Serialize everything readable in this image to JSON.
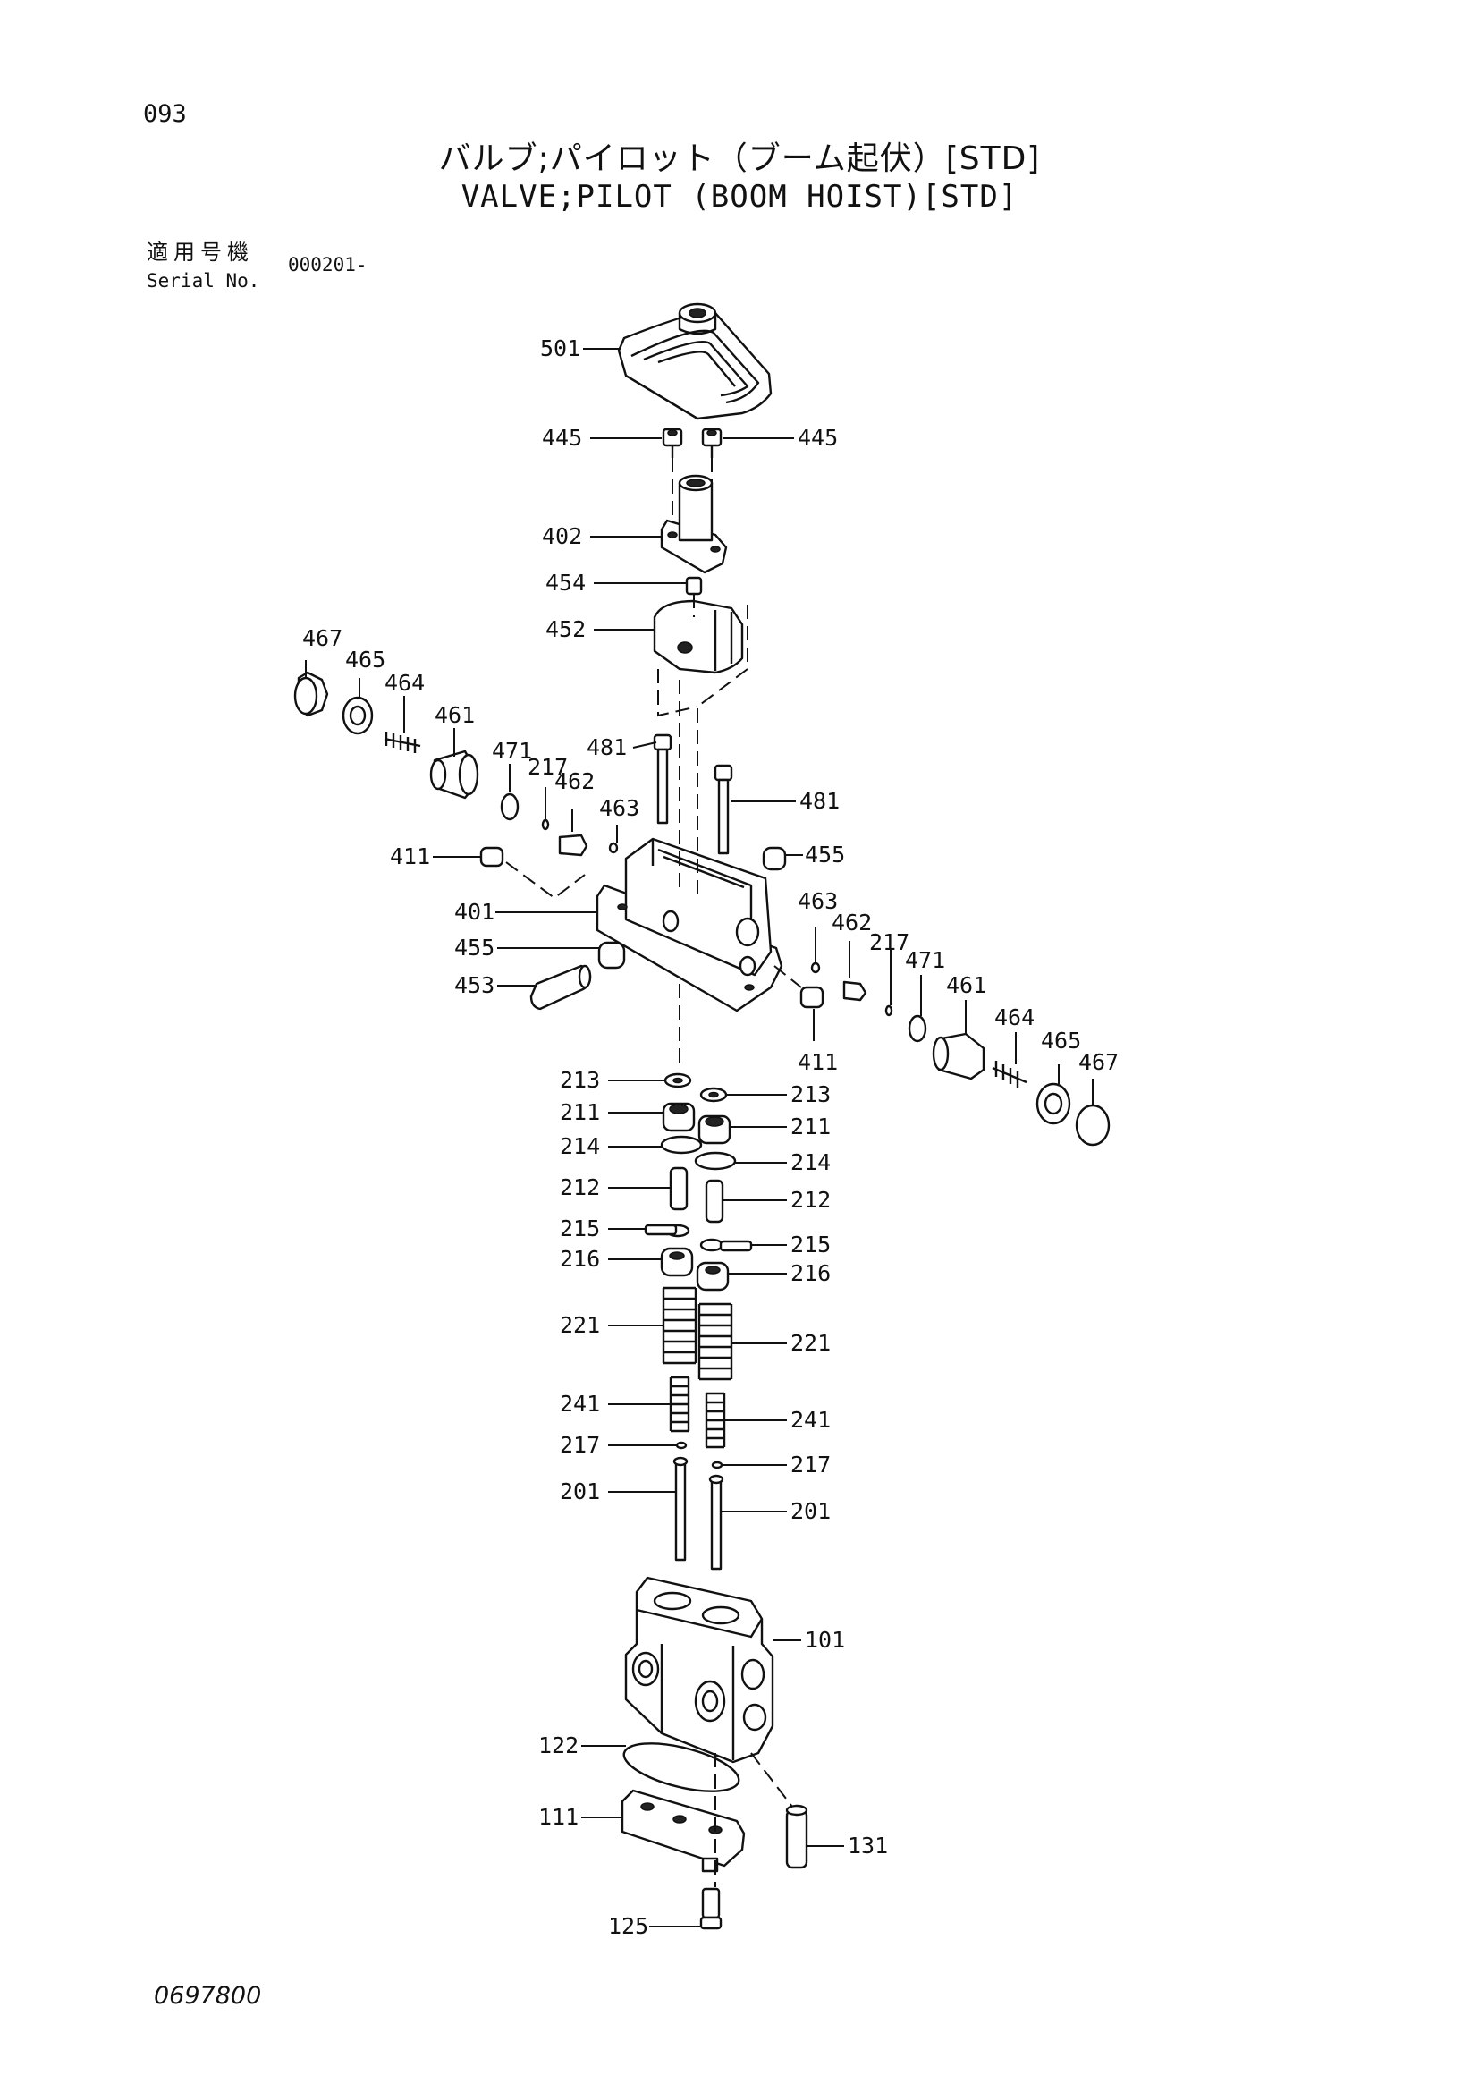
{
  "page_number": "093",
  "title_jp": "バルブ;パイロット（ブーム起伏）[STD]",
  "title_en": "VALVE;PILOT (BOOM HOIST)[STD]",
  "serial": {
    "label_jp": "適用号機",
    "label_en": "Serial No.",
    "value": "000201-"
  },
  "doc_code": "0697800",
  "labels": {
    "p501": "501",
    "p445a": "445",
    "p445b": "445",
    "p402": "402",
    "p454": "454",
    "p452": "452",
    "p467a": "467",
    "p465a": "465",
    "p464a": "464",
    "p461a": "461",
    "p471a": "471",
    "p217a": "217",
    "p462a": "462",
    "p463a": "463",
    "p481a": "481",
    "p481b": "481",
    "p411a": "411",
    "p455a": "455",
    "p401": "401",
    "p455b": "455",
    "p453": "453",
    "p463b": "463",
    "p462b": "462",
    "p217b": "217",
    "p471b": "471",
    "p461b": "461",
    "p464b": "464",
    "p465b": "465",
    "p467b": "467",
    "p411b": "411",
    "p213a": "213",
    "p213b": "213",
    "p211a": "211",
    "p211b": "211",
    "p214a": "214",
    "p214b": "214",
    "p212a": "212",
    "p212b": "212",
    "p215a": "215",
    "p215b": "215",
    "p216a": "216",
    "p216b": "216",
    "p221a": "221",
    "p221b": "221",
    "p241a": "241",
    "p241b": "241",
    "p217c": "217",
    "p217d": "217",
    "p201a": "201",
    "p201b": "201",
    "p101": "101",
    "p122": "122",
    "p111": "111",
    "p131": "131",
    "p125": "125"
  }
}
